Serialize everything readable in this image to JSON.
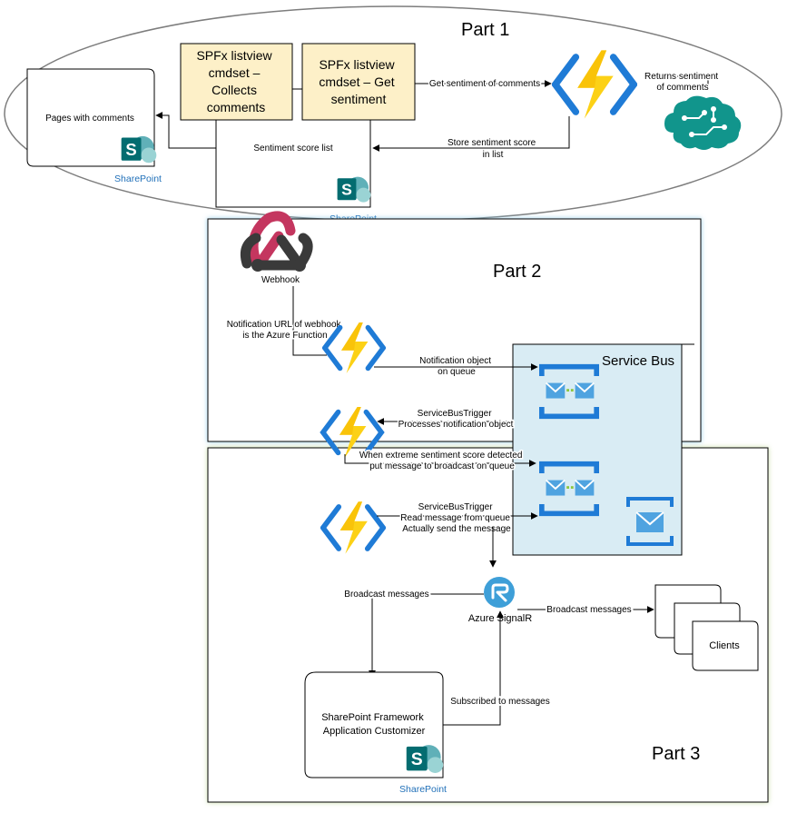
{
  "parts": {
    "p1": "Part 1",
    "p2": "Part 2",
    "p3": "Part 3"
  },
  "boxes": {
    "pages": "Pages with comments",
    "collect": [
      "SPFx listview",
      "cmdset –",
      "Collects",
      "comments"
    ],
    "getsent": [
      "SPFx listview",
      "cmdset – Get",
      "sentiment"
    ],
    "scorelist": "Sentiment score list",
    "servicebus": "Service Bus",
    "clients": "Clients",
    "customizer": [
      "SharePoint Framework",
      "Application Customizer"
    ]
  },
  "brand": {
    "sharepoint": "SharePoint",
    "webhook": "Webhook",
    "signalr": "Azure SignalR"
  },
  "edges": {
    "get_sentiment": "Get sentiment of comments",
    "returns": [
      "Returns sentiment",
      "of comments"
    ],
    "store": [
      "Store sentiment score",
      "in list"
    ],
    "notif_url": [
      "Notification URL of webhook",
      "is the Azure Function"
    ],
    "notif_obj": [
      "Notification object",
      "on queue"
    ],
    "sbtrigger1": [
      "ServiceBusTrigger",
      "Processes notification object"
    ],
    "extreme": [
      "When extreme sentiment score detected",
      "put message to broadcast on queue"
    ],
    "sbtrigger2": [
      "ServiceBusTrigger",
      "Read message from queue",
      "Actually send the message"
    ],
    "broadcast_left": "Broadcast messages",
    "broadcast_right": "Broadcast messages",
    "subscribed": "Subscribed to messages"
  },
  "colors": {
    "yellow_box": "#fdf0c8",
    "servicebus_fill": "#d9ecf4",
    "azure_blue": "#1f7bd6",
    "bolt": "#fcd116",
    "webhook_red": "#c4365f",
    "webhook_gray": "#3a3a3a",
    "sharepoint_teal": "#036c70",
    "cognitive_teal": "#11958c"
  },
  "icons": [
    "azure-function-icon",
    "sharepoint-icon",
    "webhook-icon",
    "cognitive-services-icon",
    "service-bus-queue-icon",
    "signalr-icon"
  ]
}
